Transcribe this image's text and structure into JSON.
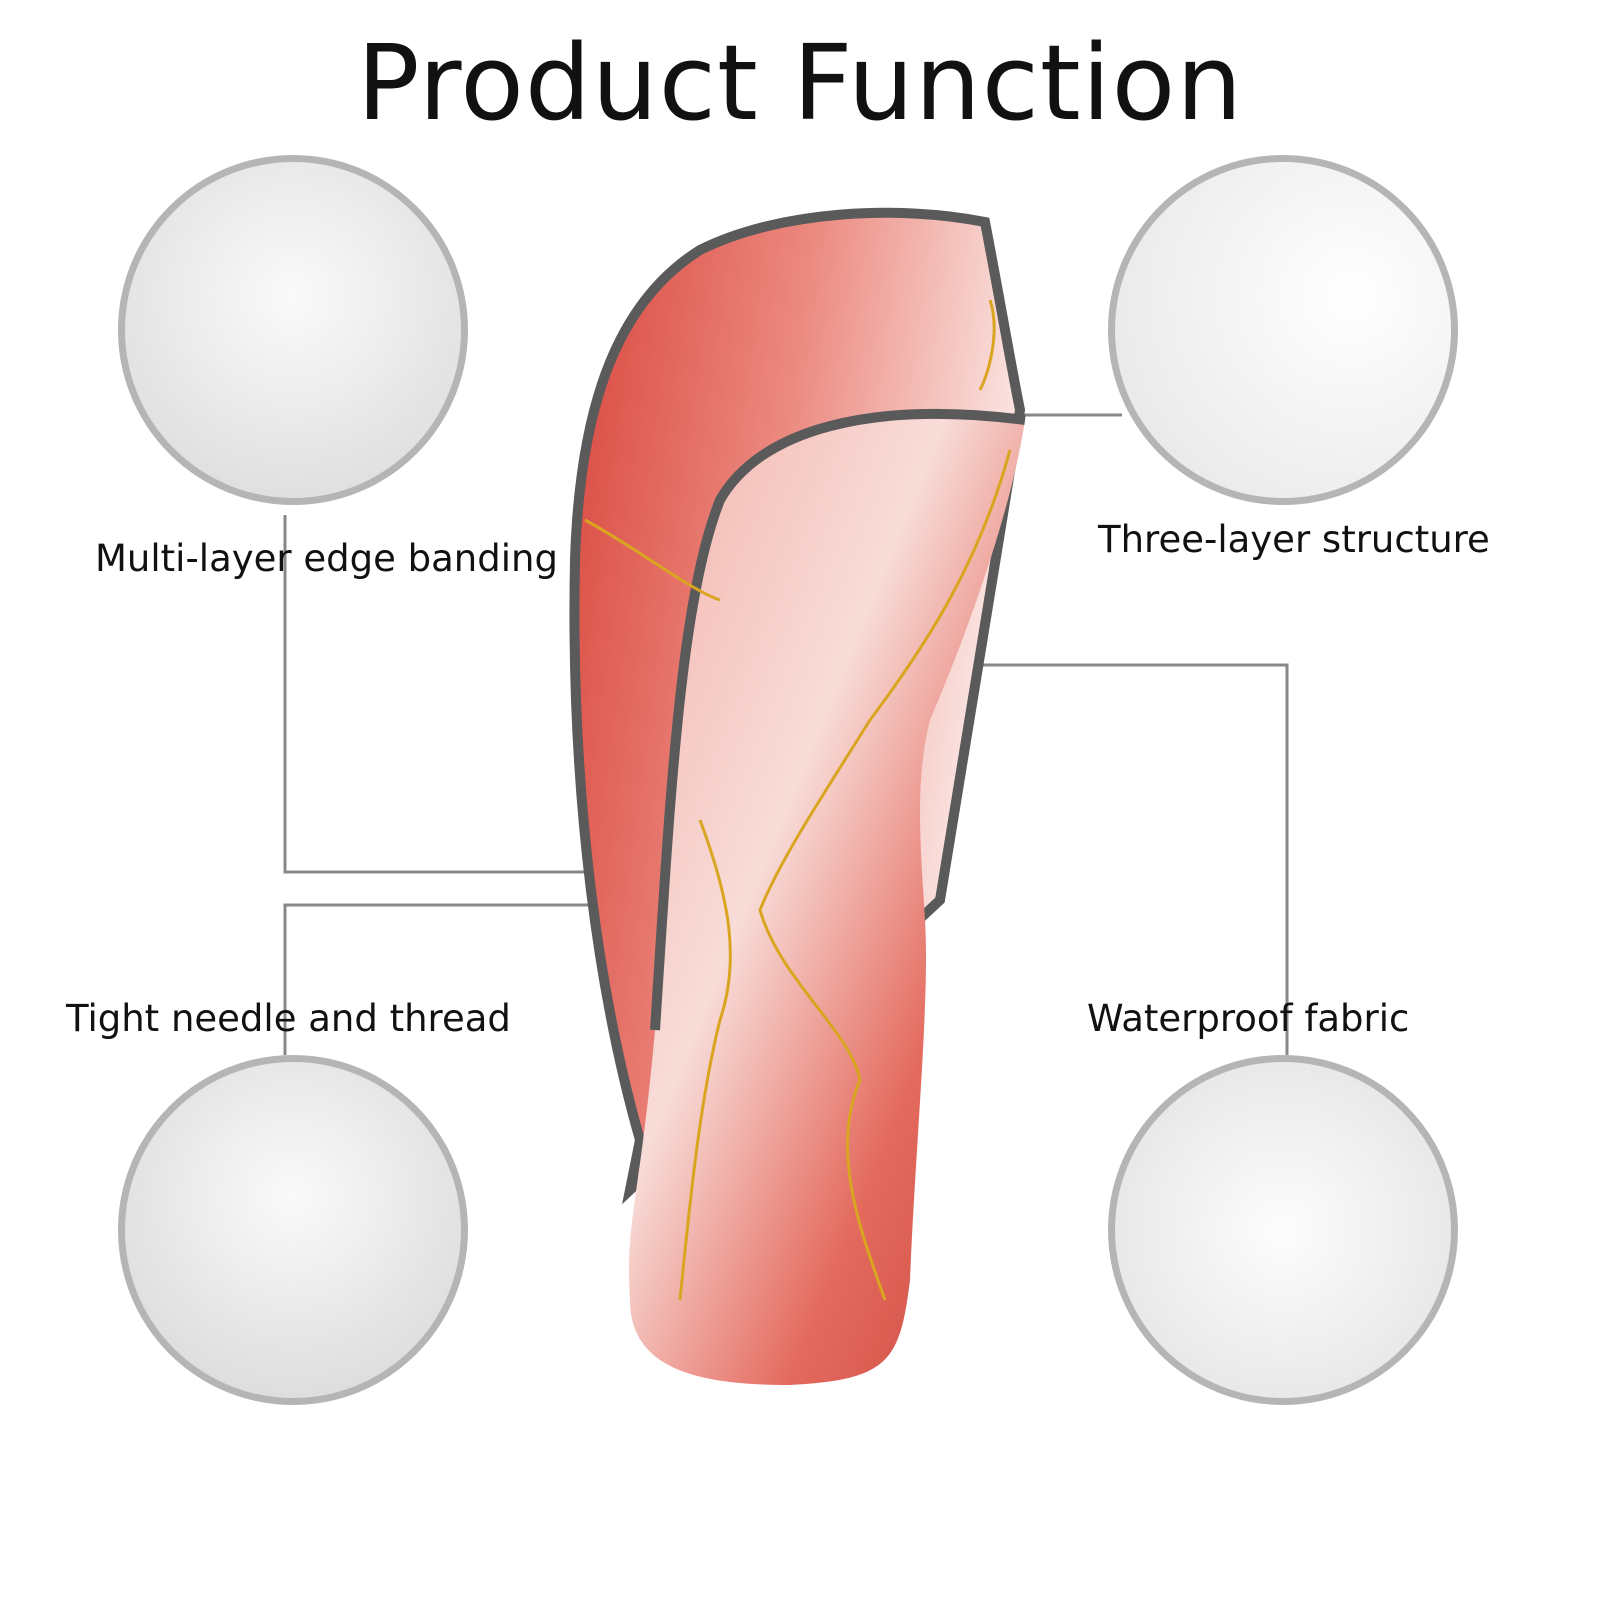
{
  "title": "Product Function",
  "features": [
    {
      "label": "Multi-layer edge banding"
    },
    {
      "label": "Three-layer structure"
    },
    {
      "label": "Tight needle and thread"
    },
    {
      "label": "Waterproof fabric"
    }
  ],
  "colors": {
    "circle_border": "#b5b5b5",
    "line": "#888888",
    "trim": "#5a5a5a",
    "red": "#d9584c",
    "pink": "#f2c4bd",
    "gold": "#d9a520"
  }
}
